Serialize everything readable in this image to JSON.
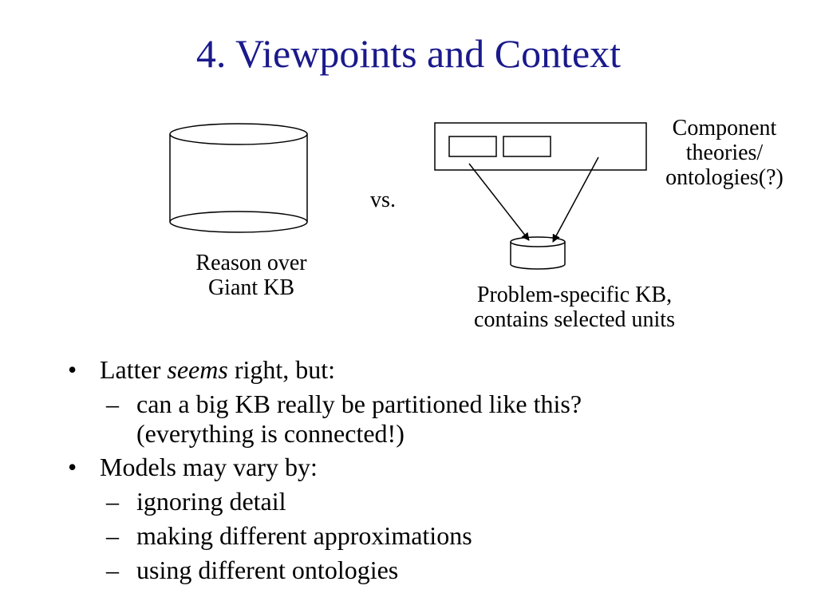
{
  "slide": {
    "title": "4. Viewpoints and Context"
  },
  "diagram": {
    "left_caption": [
      "Reason over",
      "Giant KB"
    ],
    "vs": "vs.",
    "right_caption": [
      "Problem-specific KB,",
      "contains selected units"
    ],
    "components_label": [
      "Component",
      "theories/",
      "ontologies(?)"
    ]
  },
  "bullets": {
    "b1": {
      "mark": "•",
      "before": "Latter ",
      "emph": "seems",
      "after": " right, but:"
    },
    "b1_sub": [
      {
        "mark": "–",
        "lines": [
          "can a big KB really be partitioned like this?",
          "(everything is connected!)"
        ]
      }
    ],
    "b2": {
      "mark": "•",
      "text": "Models may vary by:"
    },
    "b2_sub": [
      {
        "mark": "–",
        "text": "ignoring detail"
      },
      {
        "mark": "–",
        "text": "making different approximations"
      },
      {
        "mark": "–",
        "text": "using different ontologies"
      }
    ]
  }
}
